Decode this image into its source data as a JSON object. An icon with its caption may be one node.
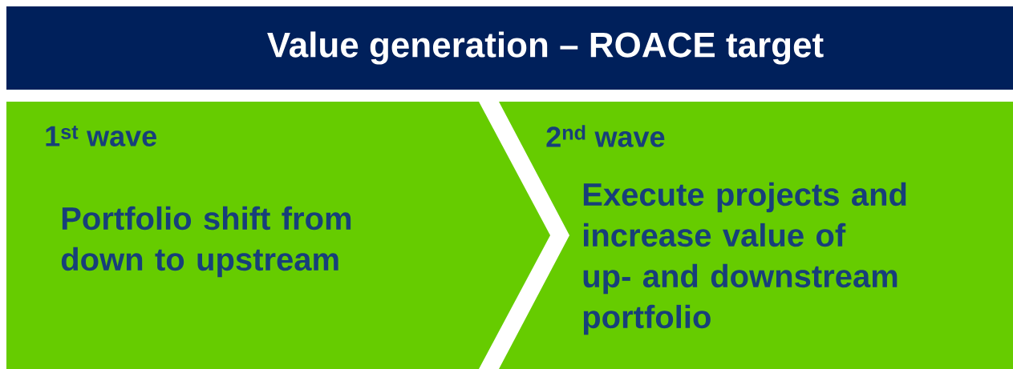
{
  "diagram": {
    "title": "Value generation – ROACE target",
    "nodes": [
      {
        "text": [
          "1$^{st}$ wave",
          "Portfolio shift from down to upstream"
        ]
      },
      {
        "text": [
          "2$^{nd}$ wave",
          "Execute projects and increase value of up- and downstream portfolio"
        ]
      }
    ]
  }
}
